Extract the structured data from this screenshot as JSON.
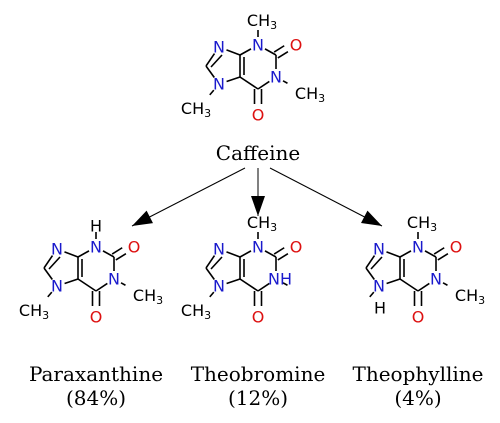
{
  "parent": {
    "name": "Caffeine"
  },
  "products": [
    {
      "name": "Paraxanthine",
      "percent": "(84%)"
    },
    {
      "name": "Theobromine",
      "percent": "(12%)"
    },
    {
      "name": "Theophylline",
      "percent": "(4%)"
    }
  ],
  "atoms": {
    "nitrogen": "N",
    "oxygen": "O",
    "hydrogen": "H",
    "carbon": "C",
    "methyl_h3_suffix": "3"
  },
  "colors": {
    "nitrogen": "#1a1acc",
    "oxygen": "#dd1111",
    "bond": "#000000"
  }
}
